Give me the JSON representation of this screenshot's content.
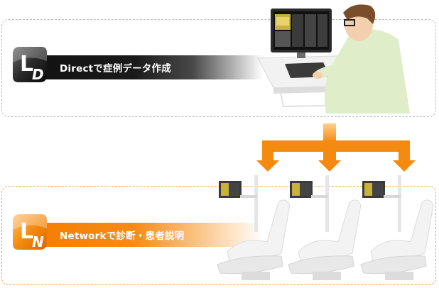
{
  "top": {
    "label": "Directで症例データ作成",
    "badge": {
      "primary": "L",
      "secondary": "D"
    }
  },
  "bottom": {
    "label": "Networkで診断・患者説明",
    "badge": {
      "primary": "L",
      "secondary": "N"
    }
  },
  "colors": {
    "accent": "#f57d00",
    "dark": "#1a1a1a",
    "dashed_top": "#bdbdbd",
    "dashed_bottom": "#f5a54a"
  },
  "icons": [
    "logo-ld-badge",
    "logo-ln-badge",
    "doctor-at-workstation",
    "dental-chair",
    "distribution-arrow"
  ]
}
